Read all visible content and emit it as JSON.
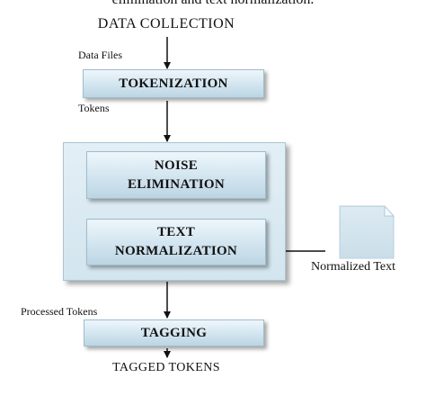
{
  "caption_fragment": "elimination and text normalization.",
  "nodes": {
    "data_collection": "DATA COLLECTION",
    "tokenization": "TOKENIZATION",
    "noise_elimination": "NOISE\nELIMINATION",
    "text_normalization": "TEXT\nNORMALIZATION",
    "tagging": "TAGGING",
    "tagged_tokens": "TAGGED TOKENS"
  },
  "edge_labels": {
    "data_files": "Data Files",
    "tokens": "Tokens",
    "processed_tokens": "Processed Tokens"
  },
  "side_input": {
    "label": "Normalized Text",
    "icon": "document-icon"
  },
  "colors": {
    "box_top": "#eef6fb",
    "box_bottom": "#bcd5e3",
    "container": "#d3e5ef",
    "document": "#d2e4ee"
  }
}
